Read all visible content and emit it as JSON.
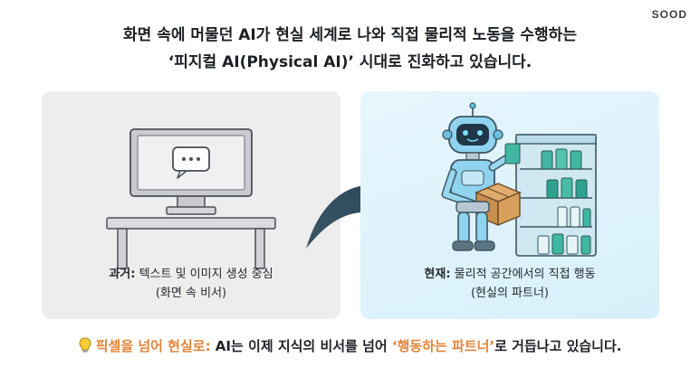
{
  "brand": "SOOD",
  "headline": {
    "line1": "화면 속에 머물던 AI가 현실 세계로 나와 직접 물리적 노동을 수행하는",
    "line2": "‘피지컬 AI(Physical AI)’ 시대로 진화하고 있습니다."
  },
  "past": {
    "label": "과거:",
    "text": " 텍스트 및 이미지 생성 중심",
    "sub": "(화면 속 비서)"
  },
  "now": {
    "label": "현재:",
    "text": " 물리적 공간에서의 직접 행동",
    "sub": "(현실의 파트너)"
  },
  "footer": {
    "icon": "lightbulb-icon",
    "lead": "픽셀을 넘어 현실로:",
    "middle": " AI는 이제 지식의 비서를 넘어 ",
    "quote": "‘행동하는 파트너’",
    "tail": "로 거듭나고 있습니다."
  },
  "colors": {
    "accent": "#e3853a",
    "past_panel": "#ededee",
    "now_panel": "#dff3fc",
    "arrow": "#2f4f63"
  }
}
